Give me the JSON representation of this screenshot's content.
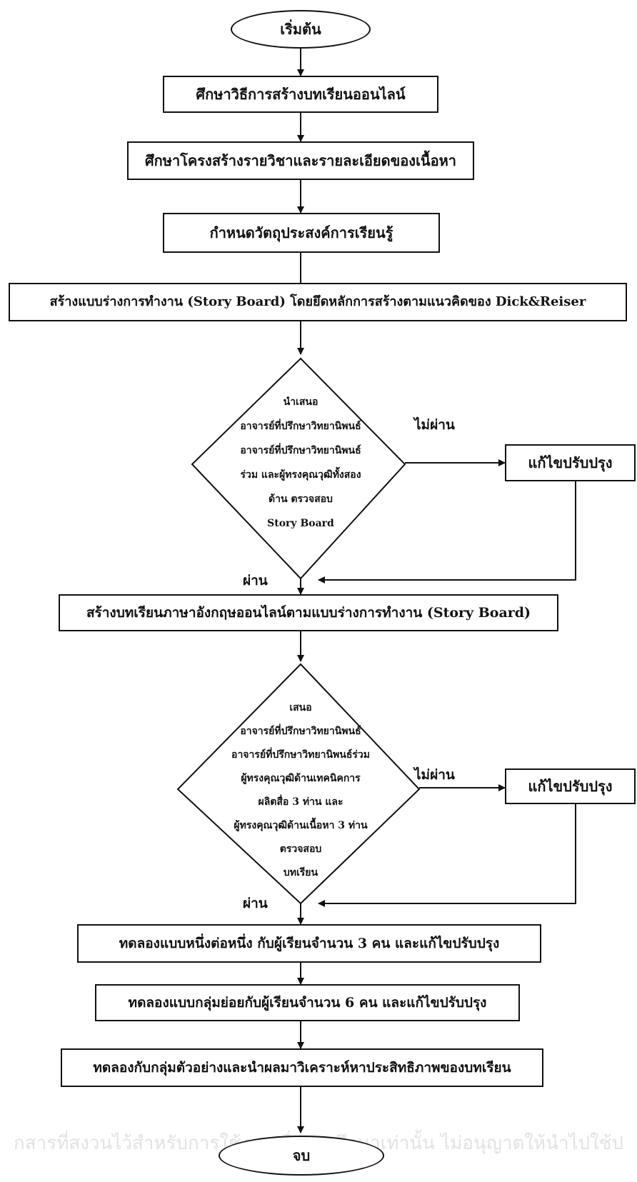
{
  "flowchart": {
    "start": "เริ่มต้น",
    "steps": [
      "ศึกษาวิธีการสร้างบทเรียนออนไลน์",
      "ศึกษาโครงสร้างรายวิชาและรายละเอียดของเนื้อหา",
      "กำหนดวัตถุประสงค์การเรียนรู้",
      "สร้างแบบร่างการทำงาน (Story Board) โดยยึดหลักการสร้างตามแนวคิดของ Dick&Reiser"
    ],
    "decision1": [
      "นำเสนอ",
      "อาจารย์ที่ปรึกษาวิทยานิพนธ์",
      "อาจารย์ที่ปรึกษาวิทยานิพนธ์",
      "ร่วม และผู้ทรงคุณวุฒิทั้งสอง",
      "ด้าน  ตรวจสอบ",
      "Story Board"
    ],
    "fix1": "แก้ไขปรับปรุง",
    "fail1": "ไม่ผ่าน",
    "pass1": "ผ่าน",
    "step5": "สร้างบทเรียนภาษาอังกฤษออนไลน์ตามแบบร่างการทำงาน (Story Board)",
    "decision2": [
      "เสนอ",
      "อาจารย์ที่ปรึกษาวิทยานิพนธ์",
      "อาจารย์ที่ปรึกษาวิทยานิพนธ์ร่วม",
      "ผู้ทรงคุณวุฒิด้านเทคนิคการ",
      "ผลิตสื่อ 3 ท่าน และ",
      "ผู้ทรงคุณวุฒิด้านเนื้อหา 3 ท่าน",
      "ตรวจสอบ",
      "บทเรียน"
    ],
    "fix2": "แก้ไขปรับปรุง",
    "fail2": "ไม่ผ่าน",
    "pass2": "ผ่าน",
    "step6": "ทดลองแบบหนึ่งต่อหนึ่ง กับผู้เรียนจำนวน 3 คน  และแก้ไขปรับปรุง",
    "step7": "ทดลองแบบกลุ่มย่อยกับผู้เรียนจำนวน 6 คน และแก้ไขปรับปรุง",
    "step8": "ทดลองกับกลุ่มตัวอย่างและนำผลมาวิเคราะห์หาประสิทธิภาพของบทเรียน",
    "end": "จบ"
  },
  "watermark": {
    "text": "กสารที่สงวนไว้สำหรับการใช้งานเพื่อการศึกษาเท่านั้น ไม่อนุญาตให้นำไปใช้ป"
  }
}
